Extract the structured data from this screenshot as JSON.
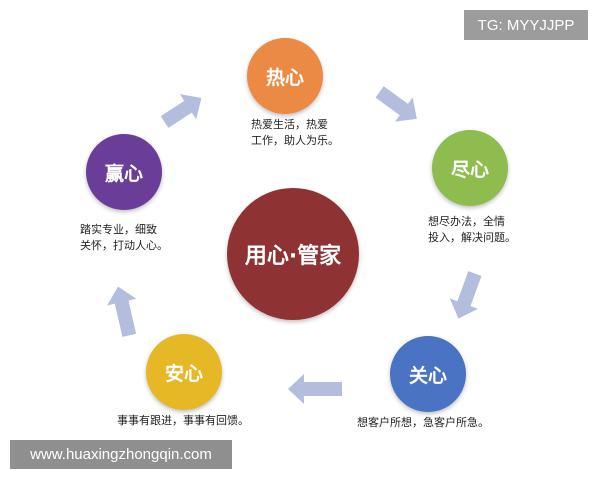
{
  "diagram": {
    "center": {
      "label": "用心·管家",
      "color": "#8e3234"
    },
    "nodes": [
      {
        "id": "rexin",
        "label": "热心",
        "color": "#ea8a45",
        "desc": "热爱生活，热爱\n工作，助人为乐。"
      },
      {
        "id": "jinxin",
        "label": "尽心",
        "color": "#8fbc4e",
        "desc": "想尽办法，全情\n投入，解决问题。"
      },
      {
        "id": "guanxin",
        "label": "关心",
        "color": "#4b73c4",
        "desc": "想客户所想，急客户所急。"
      },
      {
        "id": "anxin",
        "label": "安心",
        "color": "#e6b825",
        "desc": "事事有跟进，事事有回馈。"
      },
      {
        "id": "yingxin",
        "label": "赢心",
        "color": "#6a3d98",
        "desc": "踏实专业，细致\n关怀，打动人心。"
      }
    ],
    "arrow_color": "#b3bedf"
  },
  "watermarks": {
    "tg": "TG: MYYJJPP",
    "url": "www.huaxingzhongqin.com"
  }
}
